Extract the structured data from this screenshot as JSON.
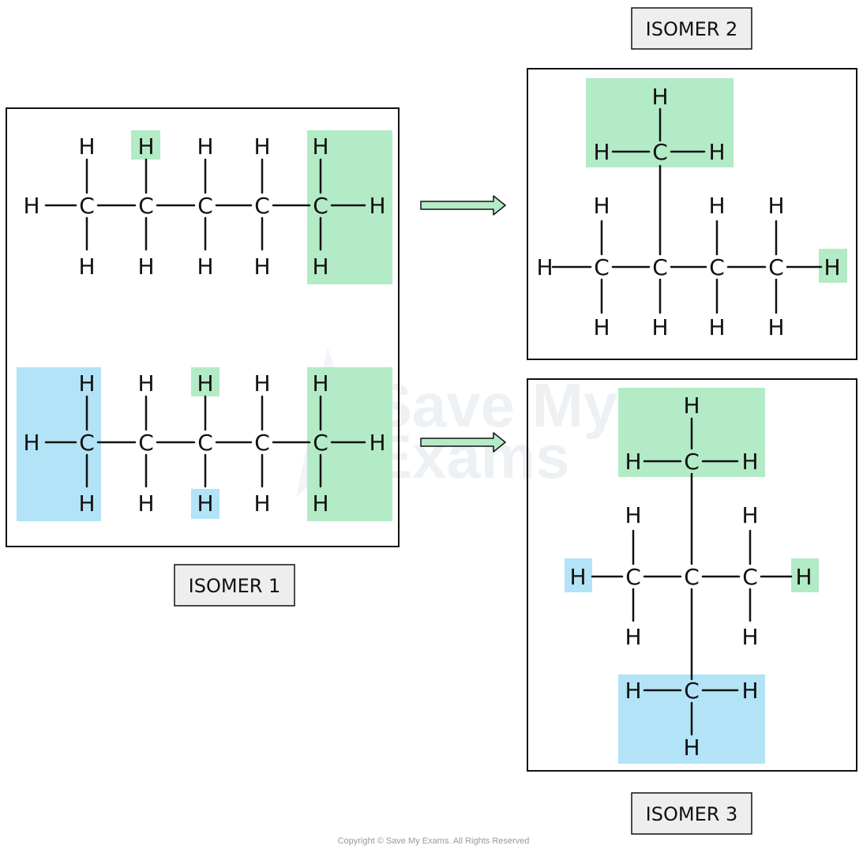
{
  "labels": {
    "isomer1": "ISOMER 1",
    "isomer2": "ISOMER 2",
    "isomer3": "ISOMER 3"
  },
  "atoms": {
    "carbon": "C",
    "hydrogen": "H"
  },
  "watermark": {
    "line1": "Save My",
    "line2": "Exams"
  },
  "copyright": "Copyright © Save My Exams. All Rights Reserved",
  "colors": {
    "highlight_green": "#b3ebc6",
    "highlight_blue": "#b3e3f6",
    "arrow_fill": "#b3ebc6",
    "line": "#111111",
    "label_bg": "#eeeeee"
  }
}
